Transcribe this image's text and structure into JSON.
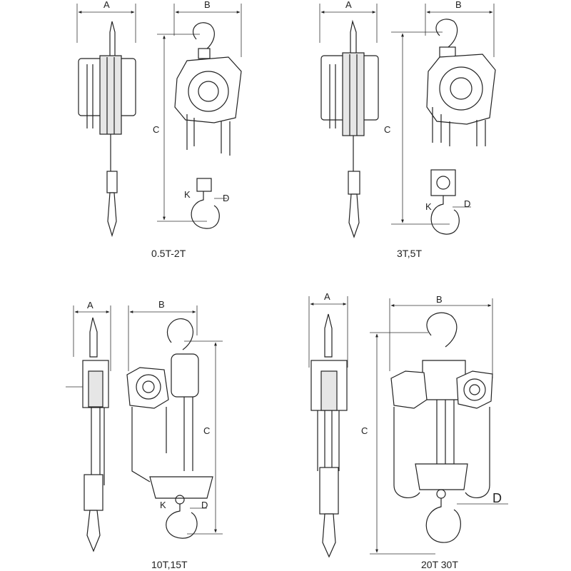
{
  "panels": [
    {
      "caption": "0.5T-2T",
      "labels": {
        "a": "A",
        "b": "B",
        "c": "C",
        "k": "K",
        "d": "D"
      }
    },
    {
      "caption": "3T,5T",
      "labels": {
        "a": "A",
        "b": "B",
        "c": "C",
        "k": "K",
        "d": "D"
      }
    },
    {
      "caption": "10T,15T",
      "labels": {
        "a": "A",
        "b": "B",
        "c": "C",
        "k": "K",
        "d": "D"
      }
    },
    {
      "caption": "20T 30T",
      "labels": {
        "a": "A",
        "b": "B",
        "c": "C",
        "d": "D"
      }
    }
  ]
}
